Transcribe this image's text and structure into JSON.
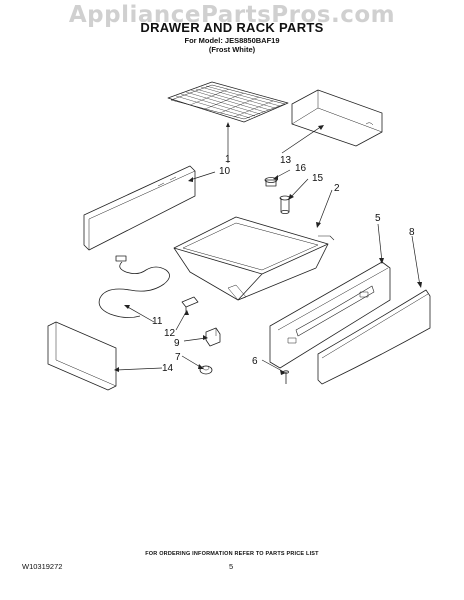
{
  "watermark": "AppliancePartsPros.com",
  "header": {
    "title": "DRAWER AND RACK PARTS",
    "model_line": "For Model: JES8850BAF19",
    "color_line": "(Frost White)"
  },
  "callouts": [
    "1",
    "10",
    "13",
    "16",
    "15",
    "2",
    "5",
    "8",
    "11",
    "12",
    "9",
    "7",
    "14",
    "6"
  ],
  "footer": {
    "ordering_note": "FOR ORDERING INFORMATION REFER TO PARTS PRICE LIST",
    "doc_number": "W10319272",
    "page_number": "5"
  }
}
